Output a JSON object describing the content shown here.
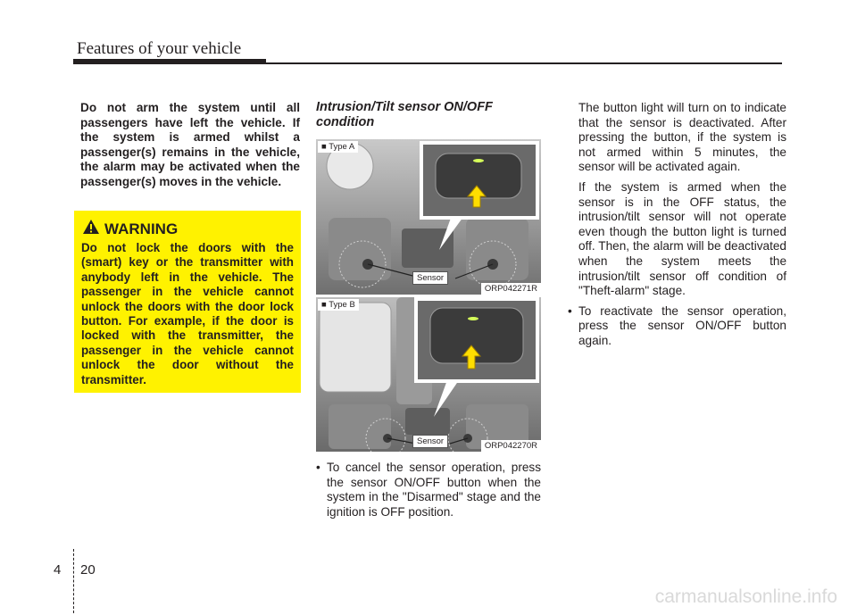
{
  "header": {
    "title": "Features of your vehicle"
  },
  "col1": {
    "intro": "Do not arm the system until all passengers have left the vehicle. If the system is armed whilst a passenger(s) remains in the vehicle, the alarm may be activated when the passenger(s) moves in the vehicle."
  },
  "warning": {
    "title": "WARNING",
    "body": "Do not lock the doors with the (smart) key or the transmitter with anybody left in the vehicle. The passenger in the vehicle cannot unlock the doors with the door lock button. For example, if the door is locked with the transmitter, the passenger in the vehicle cannot unlock the door without the transmitter."
  },
  "col2": {
    "heading": "Intrusion/Tilt sensor ON/OFF condition",
    "figA": {
      "type_label": "■ Type A",
      "sensor_label": "Sensor",
      "code": "ORP042271R"
    },
    "figB": {
      "type_label": "■ Type B",
      "sensor_label": "Sensor",
      "code": "ORP042270R"
    },
    "bullet1": "To cancel the sensor operation, press the sensor ON/OFF button when the system in the \"Disarmed\" stage and the ignition is OFF position."
  },
  "col3": {
    "para1": "The button light will turn on to indicate that the sensor is deactivated. After pressing the button, if the system is not armed within 5 minutes, the sensor will be activated again.",
    "para2": "If the system is armed when the sensor is in the OFF status, the intrusion/tilt sensor will not operate even though the button light is turned off. Then, the alarm will be deactivated when the system meets the intrusion/tilt sensor off condition of \"Theft-alarm\" stage.",
    "bullet2": "To reactivate the sensor operation, press the sensor ON/OFF button again."
  },
  "footer": {
    "chapter": "4",
    "page": "20"
  },
  "watermark": "carmanualsonline.info",
  "colors": {
    "warning_bg": "#fff200",
    "text": "#231f20",
    "arrow": "#ffde00"
  }
}
